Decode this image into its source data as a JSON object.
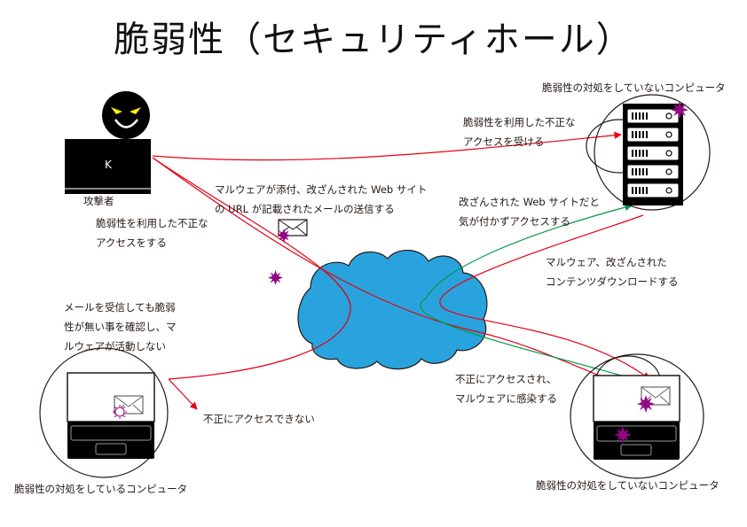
{
  "title": "脆弱性（セキュリティホール）",
  "attacker": {
    "label": "攻撃者",
    "screen_letter": "K",
    "note_lines": [
      "脆弱性を利用した不正な",
      "アクセスをする"
    ]
  },
  "email_note": {
    "lines": [
      "マルウェアが添付、改ざんされた Web サイト",
      "の URL が記載されたメールの送信する"
    ]
  },
  "server": {
    "caption": "脆弱性の対処をしていないコンピュータ",
    "note_lines": [
      "脆弱性を利用した不正な",
      "アクセスを受ける"
    ],
    "web_note_lines": [
      "改ざんされた Web サイトだと",
      "気が付かずアクセスする"
    ],
    "download_note_lines": [
      "マルウェア、改ざんされた",
      "コンテンツダウンロードする"
    ]
  },
  "patched_pc": {
    "caption": "脆弱性の対処をしているコンピュータ",
    "note_lines": [
      "メールを受信しても脆弱",
      "性が無い事を確認し、マ",
      "ルウェアが活動しない"
    ],
    "blocked_label": "不正にアクセスできない"
  },
  "vulnerable_pc": {
    "caption": "脆弱性の対処をしていないコンピュータ",
    "note_lines": [
      "不正にアクセスされ、",
      "マルウェアに感染する"
    ]
  },
  "colors": {
    "attack_line": "#e60012",
    "access_line": "#009944",
    "cloud": "#29a3dd",
    "malware": "#920783",
    "eyes": "#fff100"
  }
}
